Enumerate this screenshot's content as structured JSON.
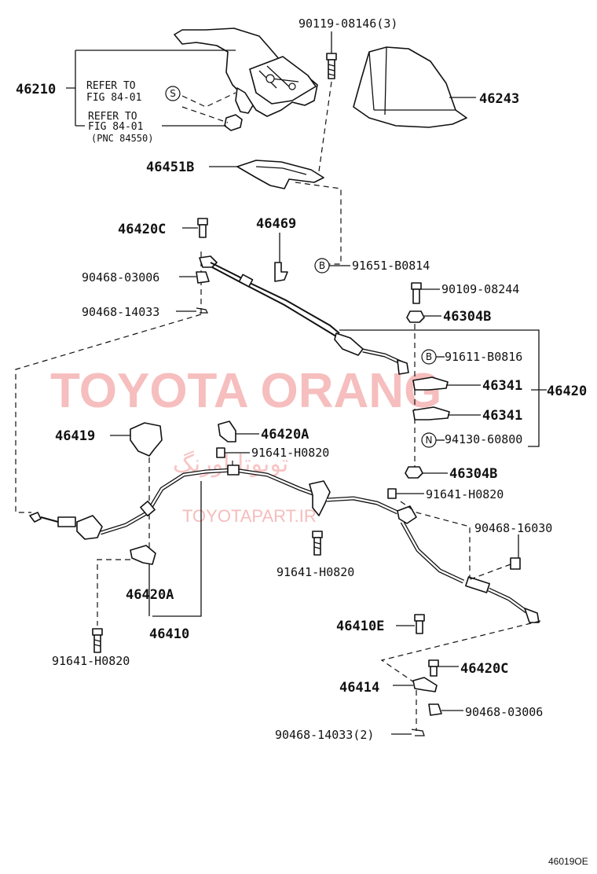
{
  "labels": {
    "l46210": "46210",
    "l90119": "90119-08146(3)",
    "l46243": "46243",
    "lref1a": "REFER TO",
    "lref1b": "FIG 84-01",
    "lref2a": "REFER TO",
    "lref2b": "FIG 84-01",
    "lpnc": "(PNC 84550)",
    "l46451B": "46451B",
    "l46420C_top": "46420C",
    "l46469": "46469",
    "l91651": "91651-B0814",
    "l90468_03006_top": "90468-03006",
    "l90468_14033_top": "90468-14033",
    "l90109": "90109-08244",
    "l46304B_top": "46304B",
    "l91611": "91611-B0816",
    "l46341_a": "46341",
    "l46420": "46420",
    "l46341_b": "46341",
    "l94130": "94130-60800",
    "l46419": "46419",
    "l46420A_top": "46420A",
    "l91641_a": "91641-H0820",
    "l46304B_bot": "46304B",
    "l91641_b": "91641-H0820",
    "l90468_16030": "90468-16030",
    "l91641_c": "91641-H0820",
    "l46420A_bot": "46420A",
    "l46410": "46410",
    "l46410E": "46410E",
    "l91641_d": "91641-H0820",
    "l46420C_bot": "46420C",
    "l46414": "46414",
    "l90468_03006_bot": "90468-03006",
    "l90468_14033_bot": "90468-14033(2)"
  },
  "markers": {
    "s": "S",
    "b1": "B",
    "b2": "B",
    "n": "N"
  },
  "watermark": {
    "main": "TOYOTA ORANG",
    "persian": "تویوتا اورنگ",
    "url": "TOYOTAPART.IR"
  },
  "figure_code": "46019OE"
}
